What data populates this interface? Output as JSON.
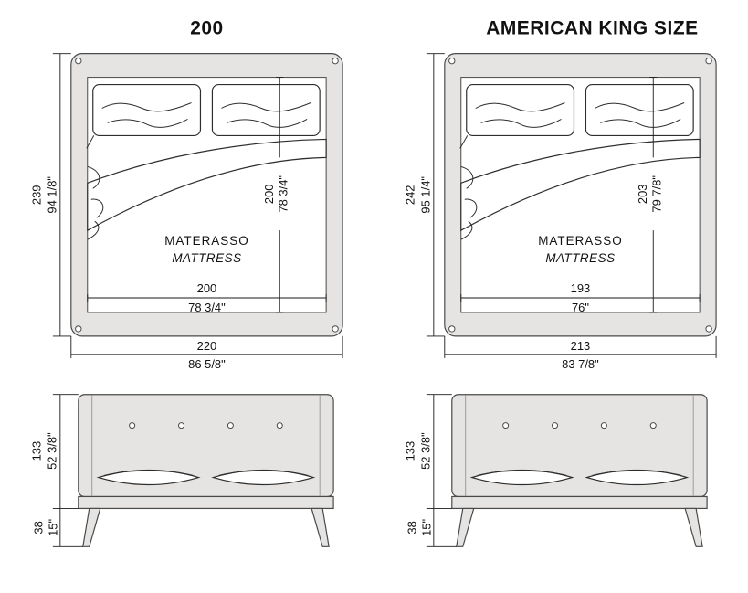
{
  "beds": [
    {
      "title": "200",
      "mattress_label_1": "MATERASSO",
      "mattress_label_2": "MATTRESS",
      "outer_height": {
        "cm": "239",
        "in": "94 1/8\""
      },
      "mattress_length": {
        "cm": "200",
        "in": "78 3/4\""
      },
      "mattress_width": {
        "cm": "200",
        "in": "78 3/4\""
      },
      "outer_width": {
        "cm": "220",
        "in": "86 5/8\""
      },
      "front_height": {
        "cm": "133",
        "in": "52 3/8\""
      },
      "leg_height": {
        "cm": "38",
        "in": "15\""
      }
    },
    {
      "title": "AMERICAN KING SIZE",
      "mattress_label_1": "MATERASSO",
      "mattress_label_2": "MATTRESS",
      "outer_height": {
        "cm": "242",
        "in": "95 1/4\""
      },
      "mattress_length": {
        "cm": "203",
        "in": "79 7/8\""
      },
      "mattress_width": {
        "cm": "193",
        "in": "76\""
      },
      "outer_width": {
        "cm": "213",
        "in": "83 7/8\""
      },
      "front_height": {
        "cm": "133",
        "in": "52 3/8\""
      },
      "leg_height": {
        "cm": "38",
        "in": "15\""
      }
    }
  ]
}
